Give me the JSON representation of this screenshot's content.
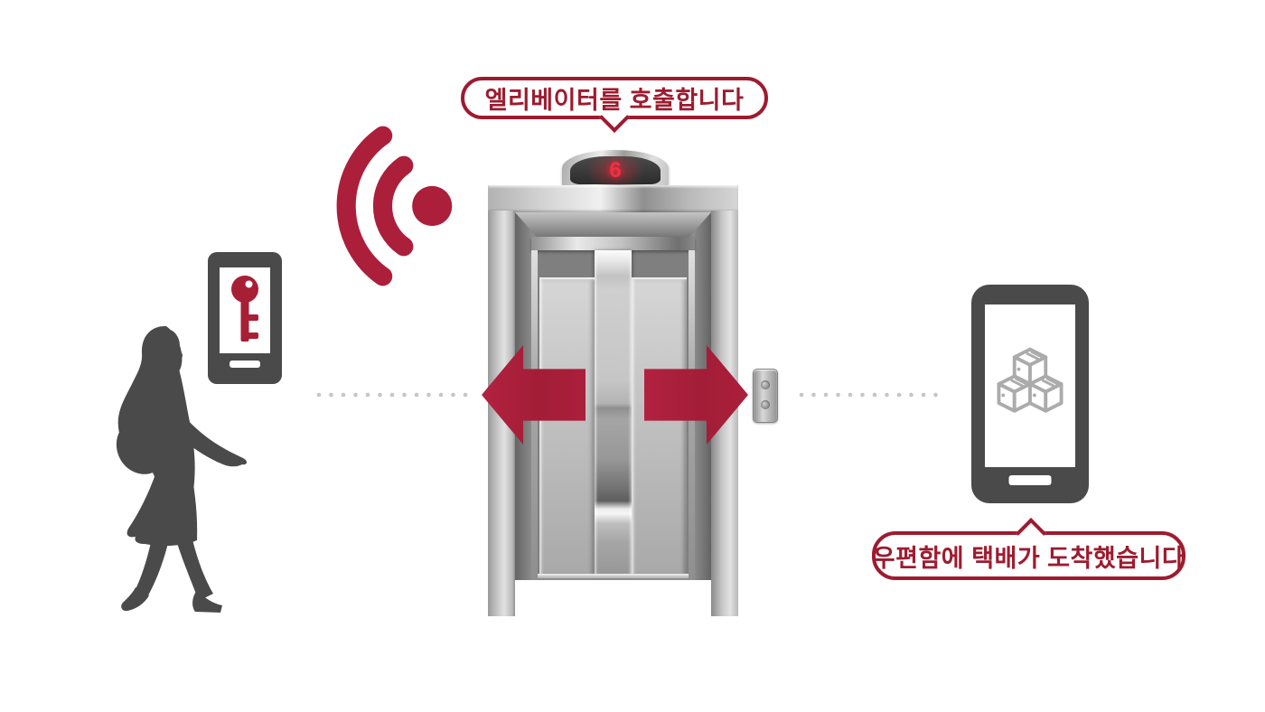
{
  "illustration": {
    "description": "smart elevator call and delivery notification illustration",
    "bubbles": {
      "top": {
        "text": "엘리베이터를 호출합니다"
      },
      "bottom": {
        "text": "우편함에 택배가 도착했습니다"
      }
    },
    "elevator": {
      "floor_indicator": "6"
    },
    "icons": {
      "wireless": "wireless-signal-icon",
      "key": "door-key-icon",
      "packages": "packages-icon",
      "arrow_left": "door-opening-left-arrow",
      "arrow_right": "door-opening-right-arrow",
      "call_buttons": "elevator-call-panel",
      "person": "walking-woman-silhouette"
    },
    "colors": {
      "accent_red": "#AB1F3B",
      "bubble_red": "#9E1B2F",
      "indicator_red": "#F1303F",
      "silhouette_gray": "#4A4A4A",
      "packages_gray": "#ABABAB",
      "dot_gray": "#C6C6C6"
    }
  }
}
